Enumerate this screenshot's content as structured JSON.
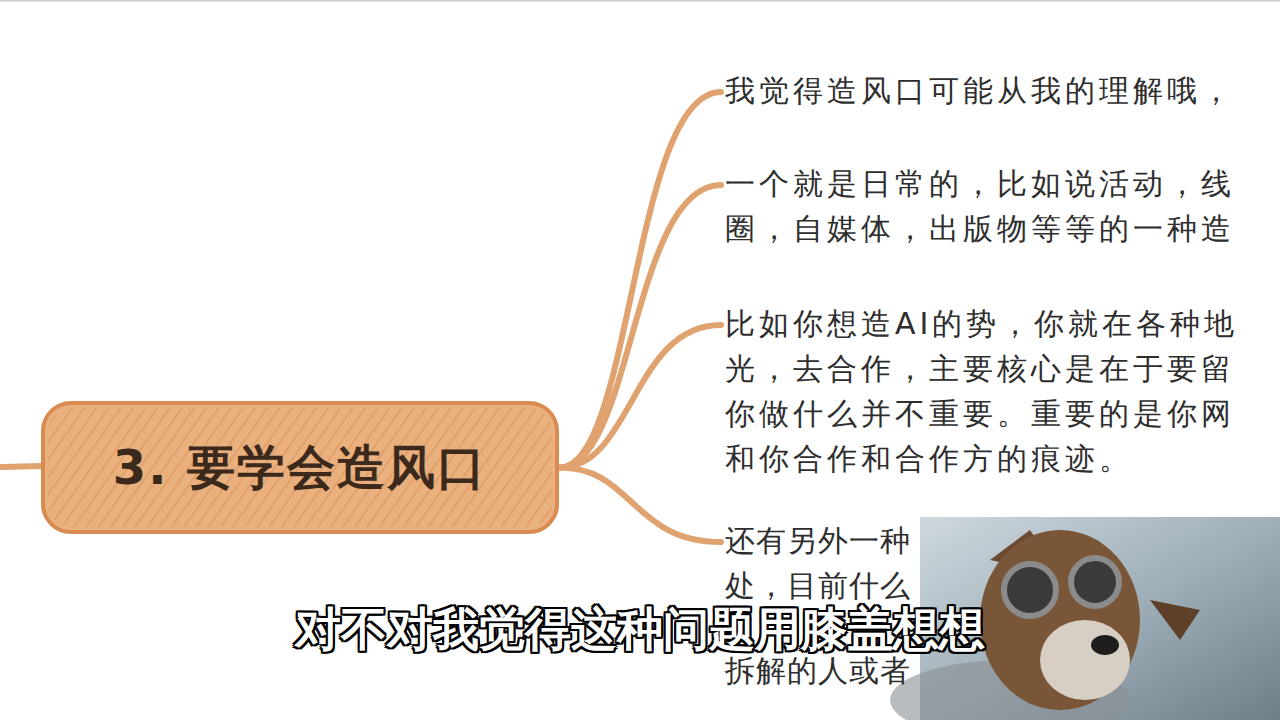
{
  "diagram": {
    "nodes": [
      {
        "text": [
          "3. 要学会造风口"
        ]
      },
      {
        "text": [
          "我觉得造风口可能从我的理解哦，"
        ]
      },
      {
        "text": [
          "一个就是日常的，比如说活动，线 圈，自媒体，出版物等等的一种造"
        ]
      },
      {
        "text": [
          "比如你想造AI的势，你就在各种地 光，去合作，主要核心是在于要留 你做什么并不重要。重要的是你网 和你合作和合作方的痕迹。"
        ]
      },
      {
        "text": [
          "还有另外一种 处，目前什么",
          "拆解的人或者"
        ]
      }
    ],
    "edges": [
      {
        "from": 0,
        "to": 1,
        "arrow": "none"
      },
      {
        "from": 0,
        "to": 2,
        "arrow": "none"
      },
      {
        "from": 0,
        "to": 3,
        "arrow": "none"
      },
      {
        "from": 0,
        "to": 4,
        "arrow": "none"
      }
    ],
    "labels": [
      "对不对我觉得这种问题用膝盖想想"
    ]
  }
}
